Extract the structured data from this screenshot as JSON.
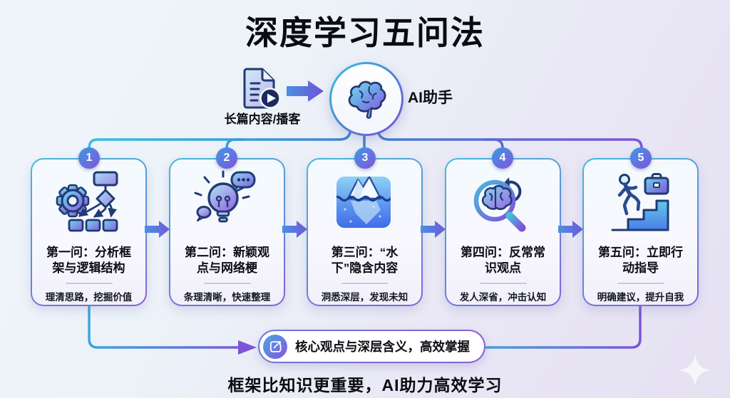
{
  "title": "深度学习五问法",
  "input_flow": {
    "source_label": "长篇内容/播客",
    "source_icon": "document-play-icon",
    "agent_label": "AI助手",
    "agent_icon": "brain-icon"
  },
  "steps": [
    {
      "number": "1",
      "title": "第一问：分析框架与逻辑结构",
      "subtitle": "理清思路，挖掘价值",
      "icon": "gear-flowchart-icon"
    },
    {
      "number": "2",
      "title": "第二问：新颖观点与网络梗",
      "subtitle": "条理清晰，快速整理",
      "icon": "lightbulb-ideas-icon"
    },
    {
      "number": "3",
      "title": "第三问：“水下”隐含内容",
      "subtitle": "洞悉深层，发现未知",
      "icon": "iceberg-icon"
    },
    {
      "number": "4",
      "title": "第四问：反常常识观点",
      "subtitle": "发人深省，冲击认知",
      "icon": "magnifier-brain-icon"
    },
    {
      "number": "5",
      "title": "第五问：立即行动指导",
      "subtitle": "明确建议，提升自我",
      "icon": "climb-stairs-icon"
    }
  ],
  "summary": {
    "label": "核心观点与深层含义，高效掌握",
    "icon": "export-trend-icon"
  },
  "footer": "框架比知识更重要，AI助力高效学习",
  "colors": {
    "accent_cyan": "#2fc7df",
    "accent_blue": "#3f7fd0",
    "accent_purple": "#7e53d8",
    "outline_navy": "#203a72",
    "background_top_left": "#eff5fa",
    "background_bottom_right": "#e5e1f2"
  }
}
